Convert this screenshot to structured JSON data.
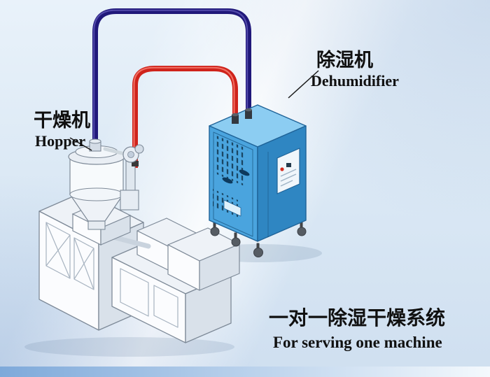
{
  "scene": {
    "labels": {
      "hopper": {
        "zh": "干燥机",
        "en": "Hopper"
      },
      "dehumidifier": {
        "zh": "除湿机",
        "en": "Dehumidifier"
      },
      "caption": {
        "zh": "一对一除湿干燥系统",
        "en": "For serving one machine"
      }
    },
    "colors": {
      "pipe_return": "#20187a",
      "pipe_supply": "#cf231b",
      "dehum_top": "#8ccdf2",
      "dehum_front": "#4aa4de",
      "dehum_side": "#2f86c2",
      "machine_top": "#eef2f7",
      "machine_front": "#fbfcfe",
      "machine_side": "#d9e1ea",
      "outline": "#7e8a98",
      "text": "#101010",
      "bg_top": "#e9f2fa",
      "bg_mid": "#d9e7f4",
      "bg_bottom": "#cfdff0",
      "strip_left": "#7ea9da",
      "strip_right": "#f4f9fd"
    }
  }
}
